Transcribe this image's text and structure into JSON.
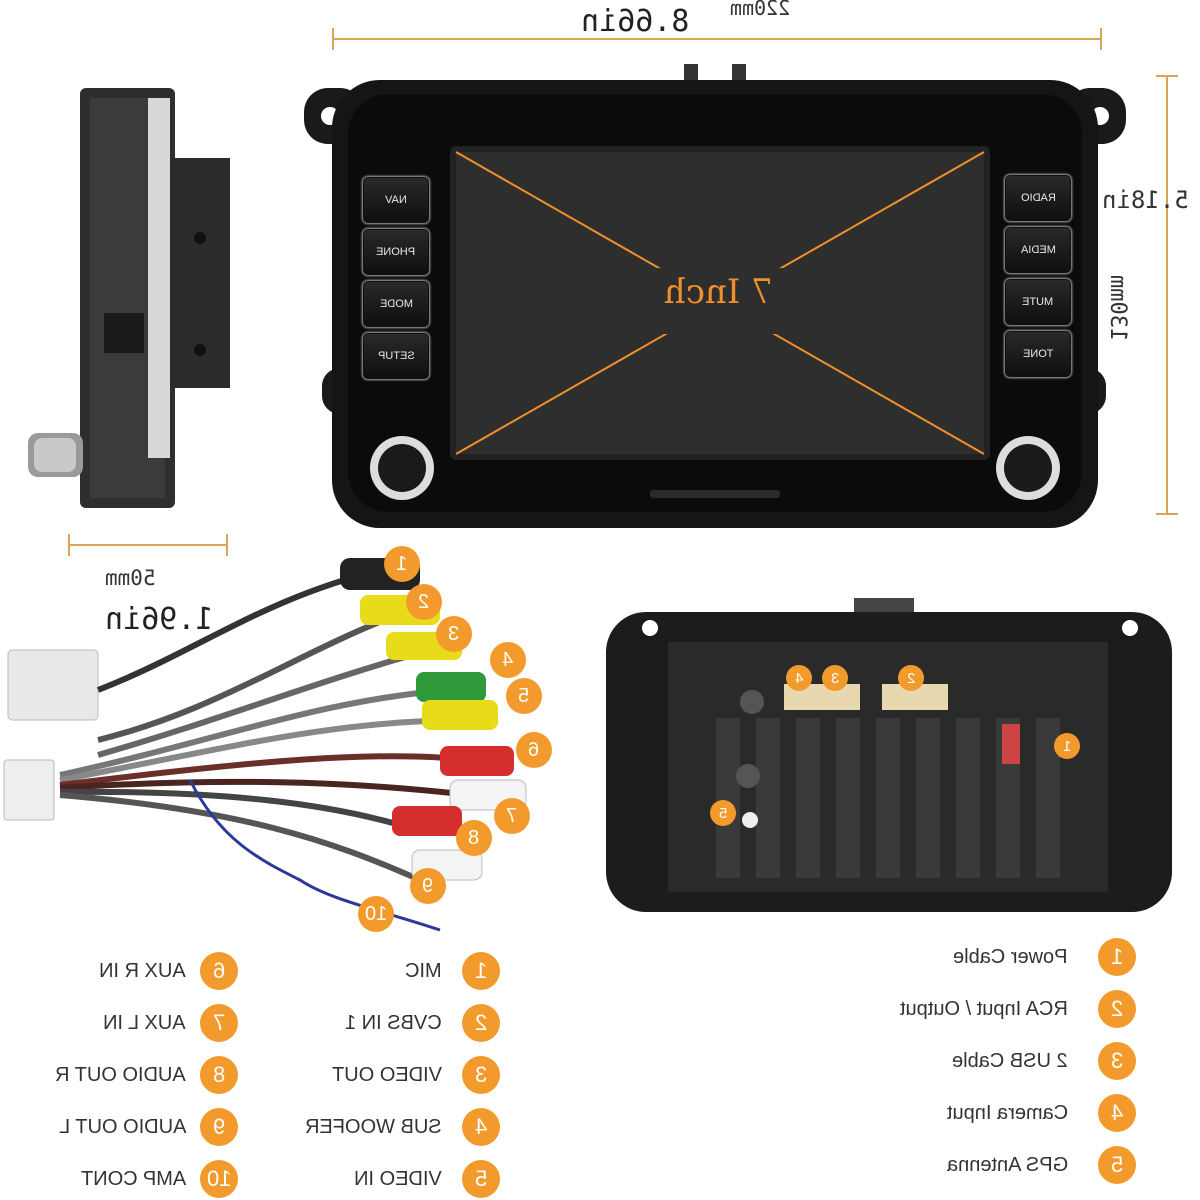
{
  "dimensions": {
    "width_mm": "220mm",
    "width_in": "8.66in",
    "height_in": "5.18in",
    "height_mm": "130mm",
    "depth_mm": "50mm",
    "depth_in": "1.96in"
  },
  "head_unit": {
    "left_buttons": [
      "NAV",
      "PHONE",
      "MODE",
      "SETUP"
    ],
    "right_buttons": [
      "RADIO",
      "MEDIA",
      "MUTE",
      "TONE"
    ],
    "screen_label": "7 Inch"
  },
  "cable_legend_left": [
    {
      "num": "6",
      "label": "AUX R IN"
    },
    {
      "num": "7",
      "label": "AUX L IN"
    },
    {
      "num": "8",
      "label": "AUDIO OUT R"
    },
    {
      "num": "9",
      "label": "AUDIO OUT L"
    },
    {
      "num": "10",
      "label": "AMP CONT"
    }
  ],
  "cable_legend_middle": [
    {
      "num": "1",
      "label": "MIC"
    },
    {
      "num": "2",
      "label": "CVBS IN 1"
    },
    {
      "num": "3",
      "label": "VIDEO OUT"
    },
    {
      "num": "4",
      "label": "SUB WOOFER"
    },
    {
      "num": "5",
      "label": "VIDEO IN"
    }
  ],
  "back_legend": [
    {
      "num": "1",
      "label": "Power Cable"
    },
    {
      "num": "2",
      "label": "RCA Input / Output"
    },
    {
      "num": "3",
      "label": "2 USB Cable"
    },
    {
      "num": "4",
      "label": "Camera Input"
    },
    {
      "num": "5",
      "label": "GPS Antenna"
    }
  ],
  "cable_markers": [
    "1",
    "2",
    "3",
    "4",
    "5",
    "6",
    "7",
    "8",
    "9",
    "10"
  ],
  "back_markers": [
    "4",
    "3",
    "2",
    "1",
    "5"
  ],
  "colors": {
    "accent": "#f39a2c",
    "dimension_line": "#d9a55a",
    "unit_body": "#111111"
  }
}
